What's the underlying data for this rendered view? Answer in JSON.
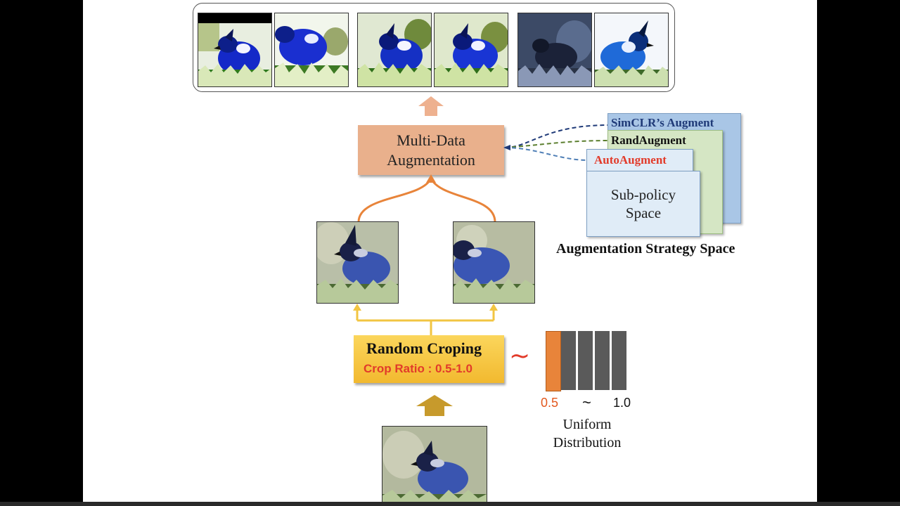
{
  "diagram": {
    "multi_data_augmentation": {
      "line1": "Multi-Data",
      "line2": "Augmentation"
    },
    "random_cropping": {
      "title": "Random Croping",
      "subtitle": "Crop Ratio : 0.5-1.0"
    },
    "strategy_cards": [
      {
        "label": "SimCLR’s Augment",
        "color": "#1f3a78"
      },
      {
        "label": "RandAugment",
        "color": "#111111"
      },
      {
        "label": "AutoAugment",
        "color": "#e23b2a"
      }
    ],
    "sub_policy": {
      "line1": "Sub-policy",
      "line2": "Space"
    },
    "strategy_space_label": "Augmentation Strategy Space",
    "distribution": {
      "tick_low": "0.5",
      "tick_mid": "~",
      "tick_high": "1.0",
      "label_line1": "Uniform",
      "label_line2": "Distribution",
      "tilde": "~",
      "colors": {
        "highlight": "#e8843a",
        "bars": "#5a5a5a"
      }
    },
    "colors": {
      "orange_arrow": "#e9b08c",
      "curve": "#e8843a",
      "yellow_arrow": "#f2c542",
      "gold_arrow": "#c79a2c"
    }
  }
}
